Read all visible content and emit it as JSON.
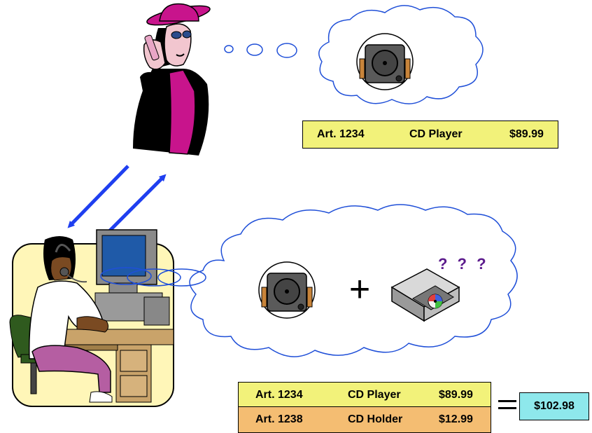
{
  "colors": {
    "price_box_yellow": "#f2f27a",
    "price_box_orange": "#f4bd72",
    "total_box_cyan": "#8ee8ec",
    "arrow_blue": "#1f3ff0",
    "cloud_stroke": "#1f4fd8",
    "question_purple": "#5b1a8c",
    "magenta": "#c8148c"
  },
  "customer_thought": {
    "items": [
      {
        "article": "Art. 1234",
        "name": "CD Player",
        "price": "$89.99"
      }
    ]
  },
  "agent_thought": {
    "question_marks": "? ? ?",
    "plus_symbol": "+",
    "items": [
      {
        "article": "Art. 1234",
        "name": "CD Player",
        "price": "$89.99"
      },
      {
        "article": "Art. 1238",
        "name": "CD Holder",
        "price": "$12.99"
      }
    ],
    "total": "$102.98"
  },
  "icons": [
    "customer-woman-on-phone-icon",
    "call-center-agent-icon",
    "cd-player-icon",
    "cd-holder-icon",
    "thought-cloud-icon",
    "arrow-icon"
  ]
}
